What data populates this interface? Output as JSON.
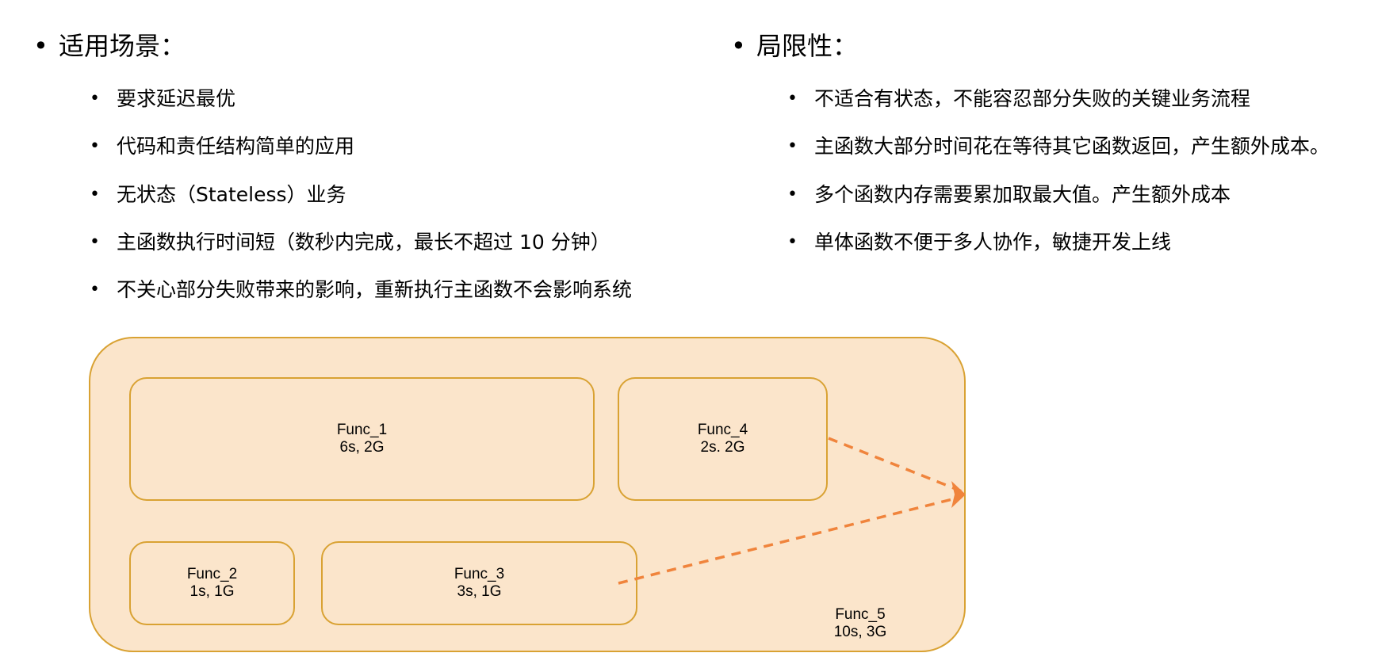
{
  "left_column": {
    "heading": "适用场景：",
    "items": [
      "要求延迟最优",
      "代码和责任结构简单的应用",
      "无状态（Stateless）业务",
      "主函数执行时间短（数秒内完成，最长不超过 10 分钟）",
      "不关心部分失败带来的影响，重新执行主函数不会影响系统"
    ]
  },
  "right_column": {
    "heading": "局限性：",
    "items": [
      "不适合有状态，不能容忍部分失败的关键业务流程",
      "主函数大部分时间花在等待其它函数返回，产生额外成本。",
      "多个函数内存需要累加取最大值。产生额外成本",
      "单体函数不便于多人协作，敏捷开发上线"
    ]
  },
  "diagram": {
    "outer": {
      "name": "Func_5",
      "spec": "10s, 3G"
    },
    "functions": [
      {
        "name": "Func_1",
        "spec": "6s, 2G"
      },
      {
        "name": "Func_4",
        "spec": "2s. 2G"
      },
      {
        "name": "Func_2",
        "spec": "1s, 1G"
      },
      {
        "name": "Func_3",
        "spec": "3s, 1G"
      }
    ],
    "colors": {
      "fill": "#fbe5cb",
      "border": "#d9a233",
      "arrow": "#f0843c"
    }
  },
  "bullet_symbol": "•"
}
